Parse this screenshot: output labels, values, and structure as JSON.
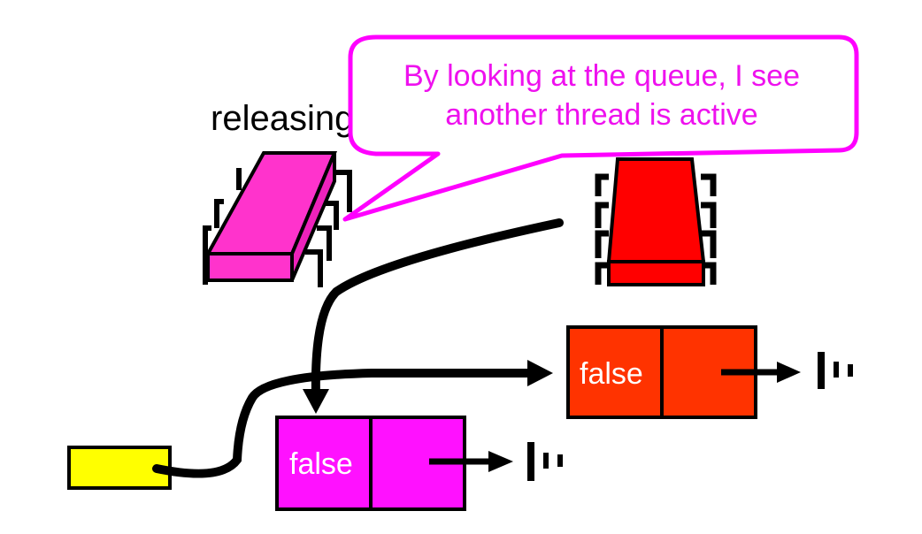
{
  "labels": {
    "releasing": "releasing"
  },
  "bubble": {
    "line1": "By looking at the queue, I see",
    "line2": "another thread is active"
  },
  "nodes": {
    "magenta_node_value": "false",
    "red_node_value": "false"
  },
  "colors": {
    "magenta": "#ff33ee",
    "magenta_node": "#ff11ff",
    "red_thread": "#ff0000",
    "red_node": "#ff3300",
    "tail": "#ffff00",
    "bubble_outline": "#ff00ff",
    "ink": "#000000"
  },
  "icons": {
    "releasing_thread": "magenta-chip-icon",
    "active_thread": "red-chip-icon",
    "null_terminator": "ground-icon"
  }
}
